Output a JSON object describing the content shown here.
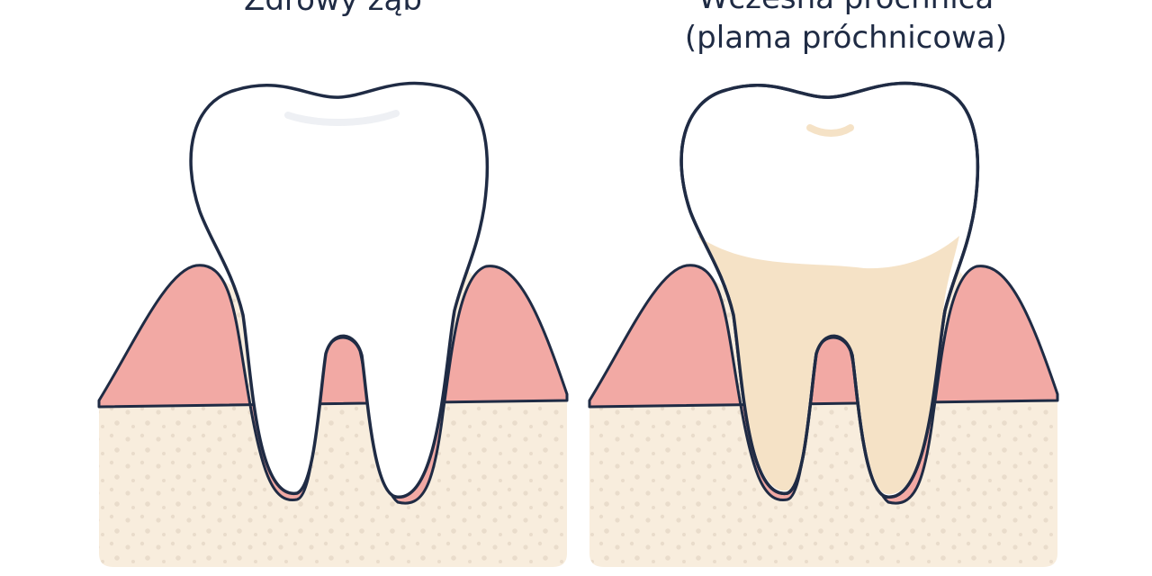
{
  "labels": {
    "left": [
      "Zdrowy ząb"
    ],
    "right": [
      "Wczesna próchnica",
      "(plama próchnicowa)"
    ]
  },
  "colors": {
    "outline": "#1f2b44",
    "gum": "#f2a9a4",
    "bone": "#f8eddd",
    "bone_dots": "#e9dccb",
    "enamel": "#ffffff",
    "caries_stain": "#f5e2c6"
  }
}
